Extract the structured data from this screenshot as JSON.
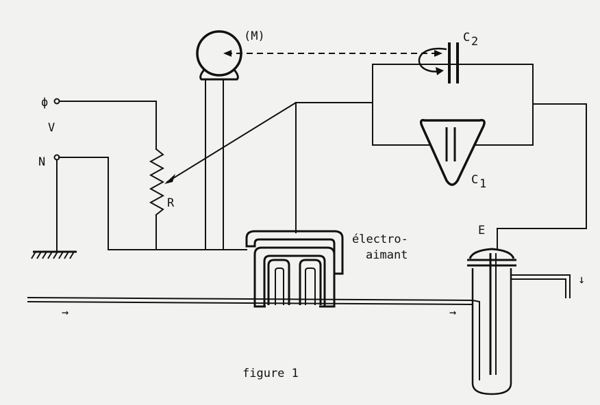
{
  "diagram": {
    "labels": {
      "phase": "ϕ",
      "voltage": "V",
      "neutral": "N",
      "motor": "(M)",
      "cap2_main": "C",
      "cap2_sub": "2",
      "cap1_main": "C",
      "cap1_sub": "1",
      "resistor": "R",
      "electrode": "E",
      "electromagnet_line1": "électro-",
      "electromagnet_line2": "aimant",
      "flow_arrow_left": "→",
      "flow_arrow_mid": "→",
      "flow_arrow_down": "↓",
      "caption": "figure 1"
    },
    "colors": {
      "ink": "#111111",
      "paper": "#f2f2f0"
    }
  }
}
